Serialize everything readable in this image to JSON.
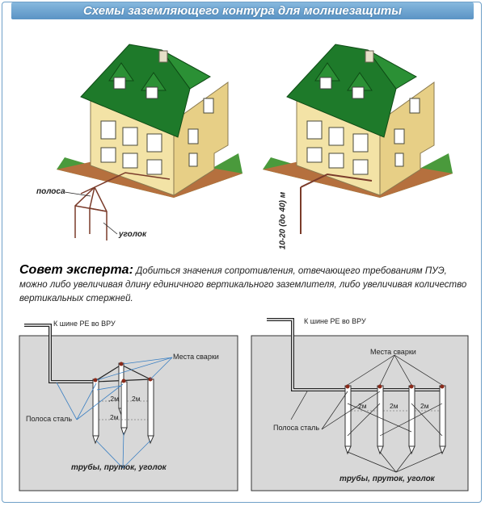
{
  "title": "Схемы заземляющего контура для молниезащиты",
  "top_labels": {
    "strip": "полоса",
    "angle": "уголок",
    "depth": "10-20 (до 40) м"
  },
  "advice": {
    "heading": "Совет эксперта:",
    "text": "Добиться значения сопротивления, отвечающего требованиям ПУЭ, можно либо увеличивая длину единичного вертикального заземлителя, либо увеличивая количество вертикальных стержней."
  },
  "left_diagram": {
    "bus": "К шине РЕ во ВРУ",
    "welds": "Места сварки",
    "strip_steel": "Полоса сталь",
    "materials": "трубы, пруток, уголок",
    "dist1": ",2м",
    "dist2": "2м",
    "dist3": "2м"
  },
  "right_diagram": {
    "bus": "К шине РЕ во ВРУ",
    "welds": "Места сварки",
    "strip_steel": "Полоса сталь",
    "materials": "трубы, пруток, уголок",
    "dist1": "2м",
    "dist2": "2м",
    "dist3": "2м"
  },
  "colors": {
    "banner": "#6aa3d1",
    "roof": "#1e7a2a",
    "wall": "#f3e3a6",
    "soil": "#b5703e",
    "grass": "#4a9a3c",
    "rod": "#7a3b2a",
    "ground_panel": "#d8d8d8",
    "callout": "#3a7fc2"
  }
}
